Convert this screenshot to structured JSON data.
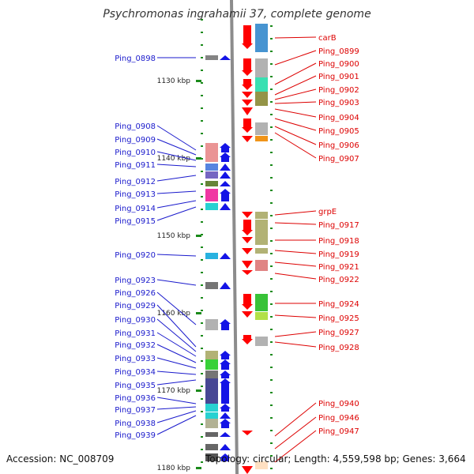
{
  "title": "Psychromonas ingrahamii 37, complete genome",
  "footer": {
    "accession": "Accession: NC_008709",
    "topology": "Topology: circular; Length: 4,559,598 bp; Genes: 3,664"
  },
  "colors": {
    "left_labels": "#1a1acc",
    "right_labels": "#dd0000",
    "backbone": "#8c8c8c",
    "ticks": "#1a8a1a",
    "left_arrows": "#1414e6",
    "right_arrows": "#ff0000"
  },
  "scale_ticks": [
    "1130 kbp",
    "1140 kbp",
    "1150 kbp",
    "1160 kbp",
    "1170 kbp",
    "1180 kbp"
  ],
  "left_labels": [
    "Ping_0898",
    "Ping_0908",
    "Ping_0909",
    "Ping_0910",
    "Ping_0911",
    "Ping_0912",
    "Ping_0913",
    "Ping_0914",
    "Ping_0915",
    "Ping_0920",
    "Ping_0923",
    "Ping_0926",
    "Ping_0929",
    "Ping_0930",
    "Ping_0931",
    "Ping_0932",
    "Ping_0933",
    "Ping_0934",
    "Ping_0935",
    "Ping_0936",
    "Ping_0937",
    "Ping_0938",
    "Ping_0939"
  ],
  "right_labels": [
    "carB",
    "Ping_0899",
    "Ping_0900",
    "Ping_0901",
    "Ping_0902",
    "Ping_0903",
    "Ping_0904",
    "Ping_0905",
    "Ping_0906",
    "Ping_0907",
    "grpE",
    "Ping_0917",
    "Ping_0918",
    "Ping_0919",
    "Ping_0921",
    "Ping_0922",
    "Ping_0924",
    "Ping_0925",
    "Ping_0927",
    "Ping_0928",
    "Ping_0940",
    "Ping_0946",
    "Ping_0947"
  ]
}
